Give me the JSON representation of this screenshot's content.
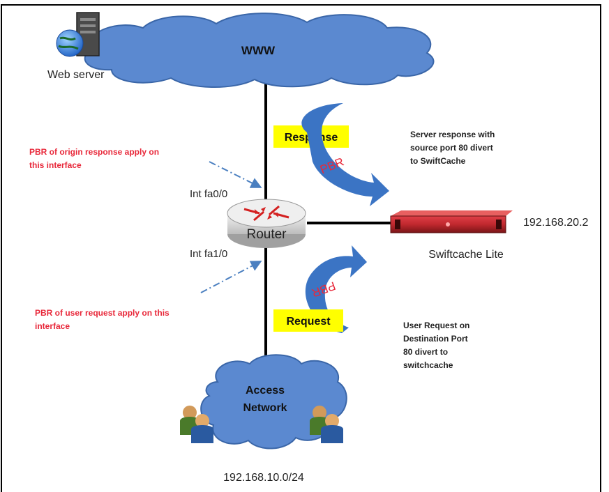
{
  "cloud_top": {
    "label": "WWW"
  },
  "web_server": {
    "label": "Web server"
  },
  "router": {
    "label": "Router"
  },
  "interfaces": {
    "upper": "Int fa0/0",
    "lower": "Int fa1/0"
  },
  "response_box": {
    "label": "Response"
  },
  "request_box": {
    "label": "Request"
  },
  "pbr_arrows": {
    "upper": "PBR",
    "lower": "PBR"
  },
  "notes": {
    "origin_response": [
      "PBR of origin response apply on",
      "this interface"
    ],
    "user_request": [
      "PBR of user request apply on this",
      "interface"
    ],
    "server_response": [
      "Server response  with",
      "source port 80 divert",
      "to SwiftCache"
    ],
    "user_request_divert": [
      "User Request on",
      "Destination Port",
      "80 divert to",
      "switchcache"
    ]
  },
  "swiftcache": {
    "label": "Swiftcache Lite",
    "ip": "192.168.20.2"
  },
  "access_network": {
    "line1": "Access",
    "line2": "Network",
    "subnet": "192.168.10.0/24"
  },
  "colors": {
    "cloud": "#5b89d0",
    "arrow": "#3b74c4",
    "note_red": "#e8283a",
    "highlight": "#ffff00",
    "appliance": "#c0282e"
  }
}
